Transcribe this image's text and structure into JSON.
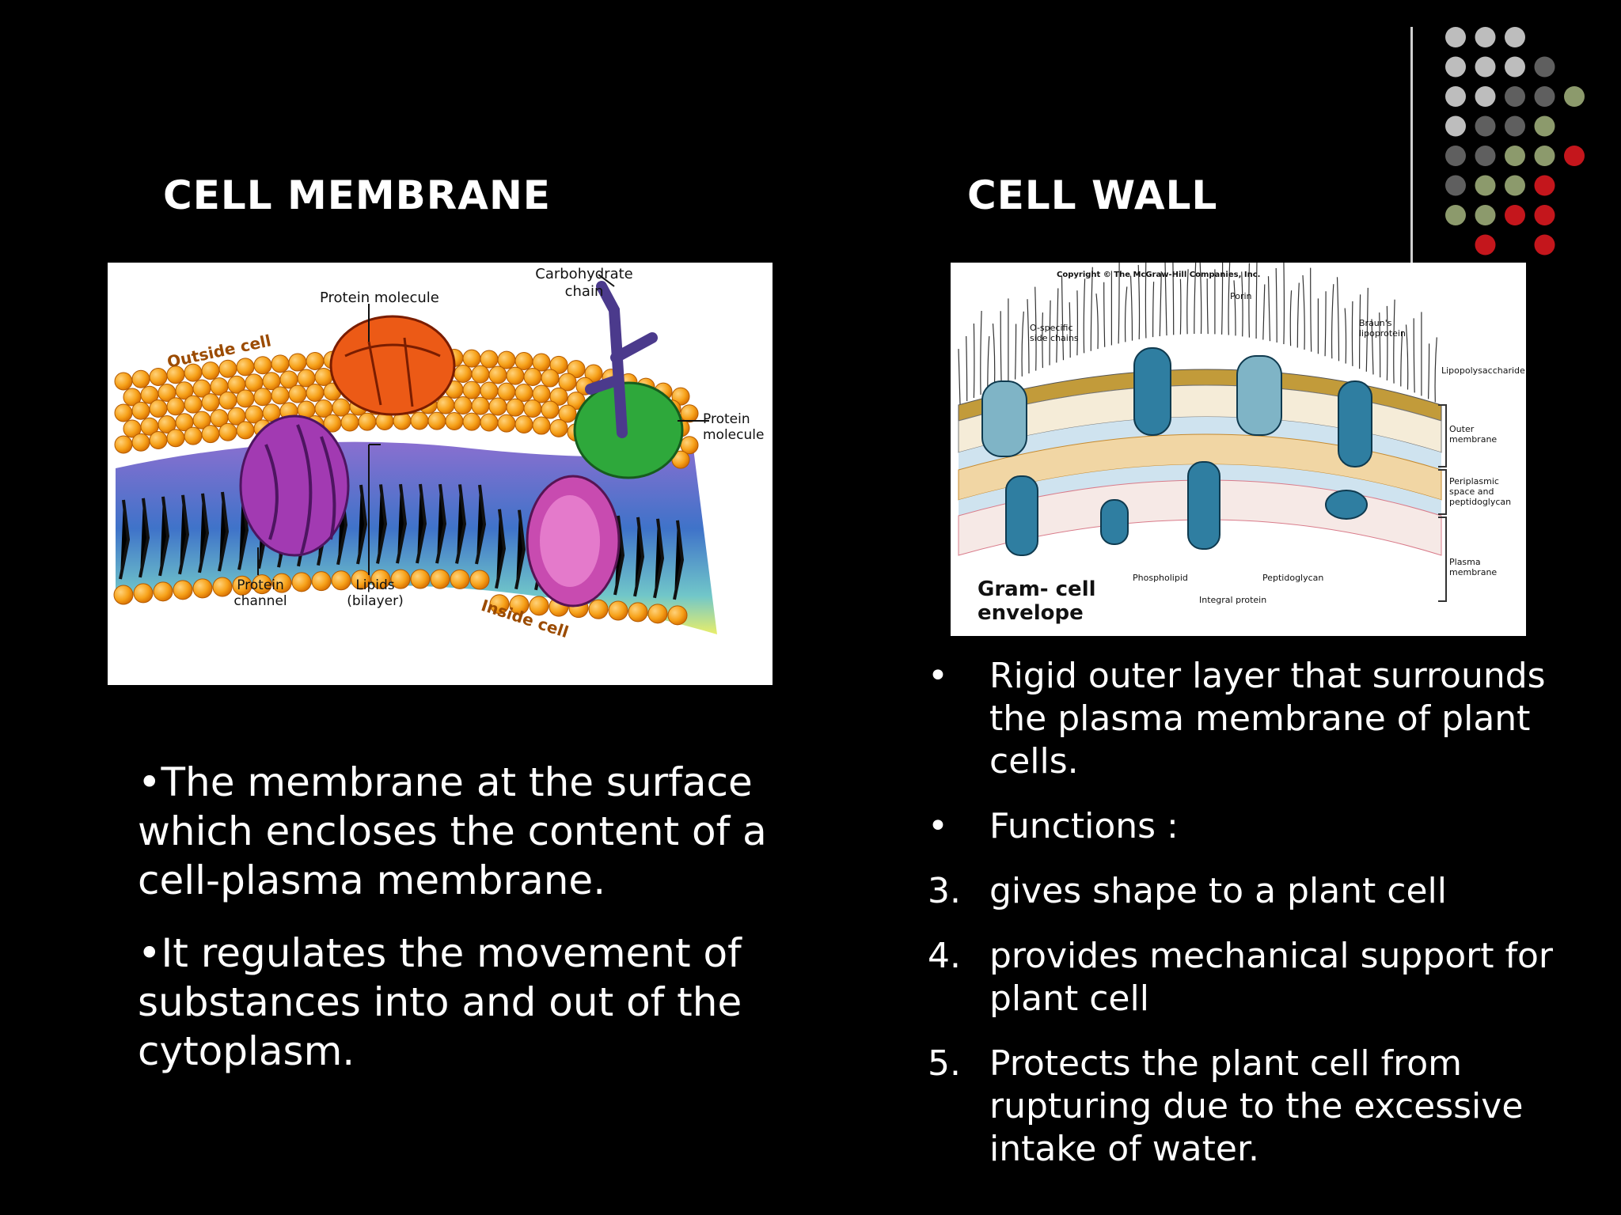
{
  "headings": {
    "left": "CELL MEMBRANE",
    "right": "CELL WALL"
  },
  "membrane_figure": {
    "labels": {
      "carbohydrate_chain": "Carbohydrate chain",
      "protein_molecule_top": "Protein molecule",
      "outside_cell": "Outside cell",
      "protein_molecule_right": "Protein molecule",
      "protein_channel": "Protein channel",
      "lipids": "Lipids (bilayer)",
      "inside_cell": "Inside cell"
    }
  },
  "wall_figure": {
    "copyright": "Copyright © The McGraw-Hill Companies, Inc.",
    "labels": {
      "porin": "Porin",
      "o_specific": "O-specific side chains",
      "brauns": "Braun's lipoprotein",
      "lps": "Lipopolysaccharide",
      "outer_membrane": "Outer membrane",
      "periplasmic": "Periplasmic space and peptidoglycan",
      "plasma_membrane": "Plasma membrane",
      "phospholipid": "Phospholipid",
      "peptidoglycan": "Peptidoglycan",
      "integral_protein": "Integral protein",
      "caption_line1": "Gram- cell",
      "caption_line2": "envelope"
    }
  },
  "left_text": [
    "•The membrane at the surface which encloses the content of a cell-plasma membrane.",
    "•It regulates the movement of substances into and out of the cytoplasm."
  ],
  "right_list": [
    {
      "marker": "•",
      "text": "Rigid outer layer that surrounds the plasma membrane of plant cells."
    },
    {
      "marker": "•",
      "text": "Functions :"
    },
    {
      "marker": "3.",
      "text": "gives shape to a plant cell"
    },
    {
      "marker": "4.",
      "text": "provides mechanical support for plant cell"
    },
    {
      "marker": "5.",
      "text": "Protects the plant cell from rupturing due to the excessive intake of water."
    }
  ],
  "colors": {
    "background": "#000000",
    "dot_light": "#bdbdbd",
    "dot_dark": "#5f5f5f",
    "dot_green": "#8c9a6c",
    "dot_red": "#c4161c"
  }
}
